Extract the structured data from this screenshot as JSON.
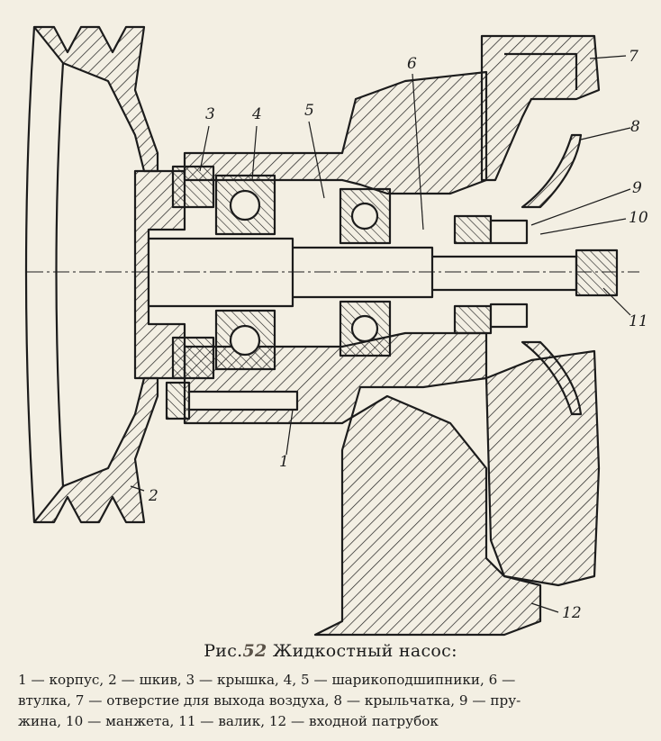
{
  "figure": {
    "callouts": [
      "1",
      "2",
      "3",
      "4",
      "5",
      "6",
      "7",
      "8",
      "9",
      "10",
      "11",
      "12"
    ]
  },
  "caption": {
    "prefix": "Рис.",
    "number": "52",
    "title": "Жидкостный насос:"
  },
  "legend_lines": [
    "1 — корпус, 2 — шкив, 3 — крышка, 4, 5 — шарикоподшипники, 6 —",
    "втулка, 7 — отверстие для выхода воздуха, 8 — крыльчатка, 9 — пру-",
    "жина, 10 — манжета, 11 — валик, 12 — входной патрубок"
  ],
  "colors": {
    "paper": "#f3efe3",
    "ink": "#1c1c1c"
  }
}
